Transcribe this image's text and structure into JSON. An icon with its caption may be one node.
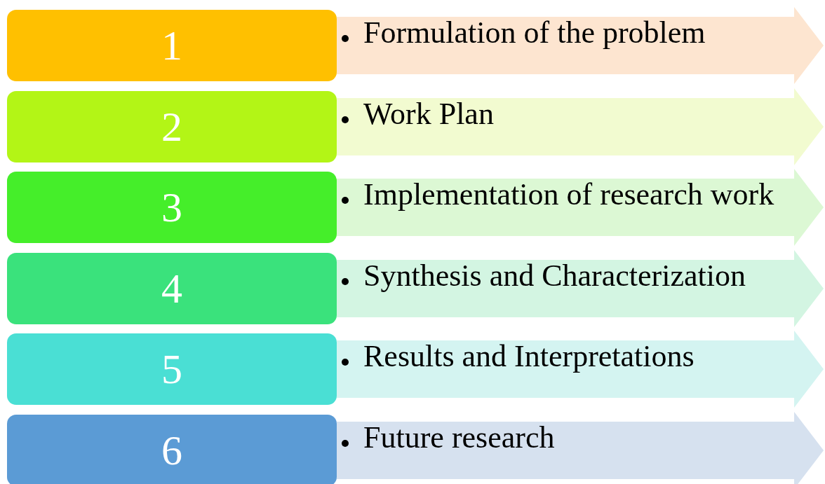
{
  "diagram": {
    "nodes": [
      {
        "text": [
          "1"
        ]
      },
      {
        "text": [
          "Formulation of the problem"
        ]
      },
      {
        "text": [
          "2"
        ]
      },
      {
        "text": [
          "Work Plan"
        ]
      },
      {
        "text": [
          "3"
        ]
      },
      {
        "text": [
          "Implementation of research work"
        ]
      },
      {
        "text": [
          "4"
        ]
      },
      {
        "text": [
          "Synthesis and Characterization"
        ]
      },
      {
        "text": [
          "5"
        ]
      },
      {
        "text": [
          "Results and Interpretations"
        ]
      },
      {
        "text": [
          "6"
        ]
      },
      {
        "text": [
          "Future research"
        ]
      }
    ]
  }
}
